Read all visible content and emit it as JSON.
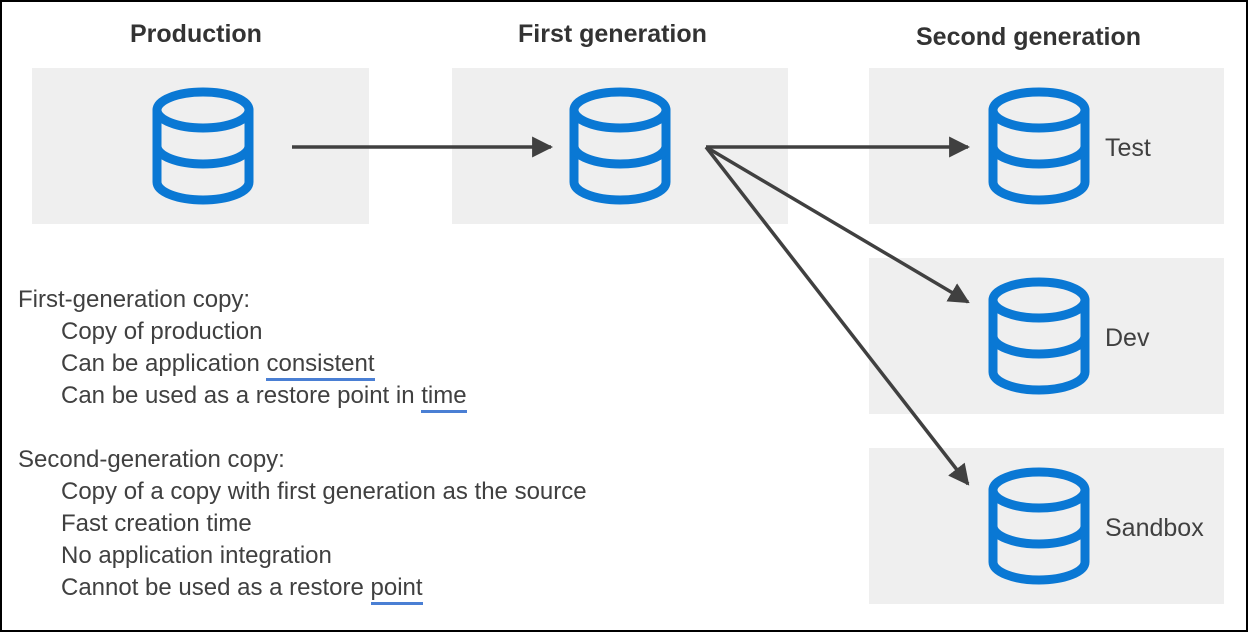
{
  "columns": {
    "production": "Production",
    "first_generation": "First generation",
    "second_generation": "Second generation"
  },
  "targets": {
    "test": "Test",
    "dev": "Dev",
    "sandbox": "Sandbox"
  },
  "notes": {
    "first_copy": {
      "heading": "First-generation copy:",
      "item1": "Copy of production",
      "item2_prefix": "Can be application ",
      "item2_underlined": "consistent",
      "item3_prefix": "Can be used as a restore point in ",
      "item3_underlined": "time"
    },
    "second_copy": {
      "heading": "Second-generation copy:",
      "item1": "Copy of a copy with first generation as the source",
      "item2": "Fast creation time",
      "item3": "No application integration",
      "item4_prefix": "Cannot be used as a restore ",
      "item4_underlined": "point"
    }
  },
  "colors": {
    "icon_blue": "#0a78d4",
    "panel_gray": "#efefef",
    "arrow": "#404040",
    "underline": "#4a7fd4"
  },
  "icons": {
    "database": "database-icon"
  }
}
